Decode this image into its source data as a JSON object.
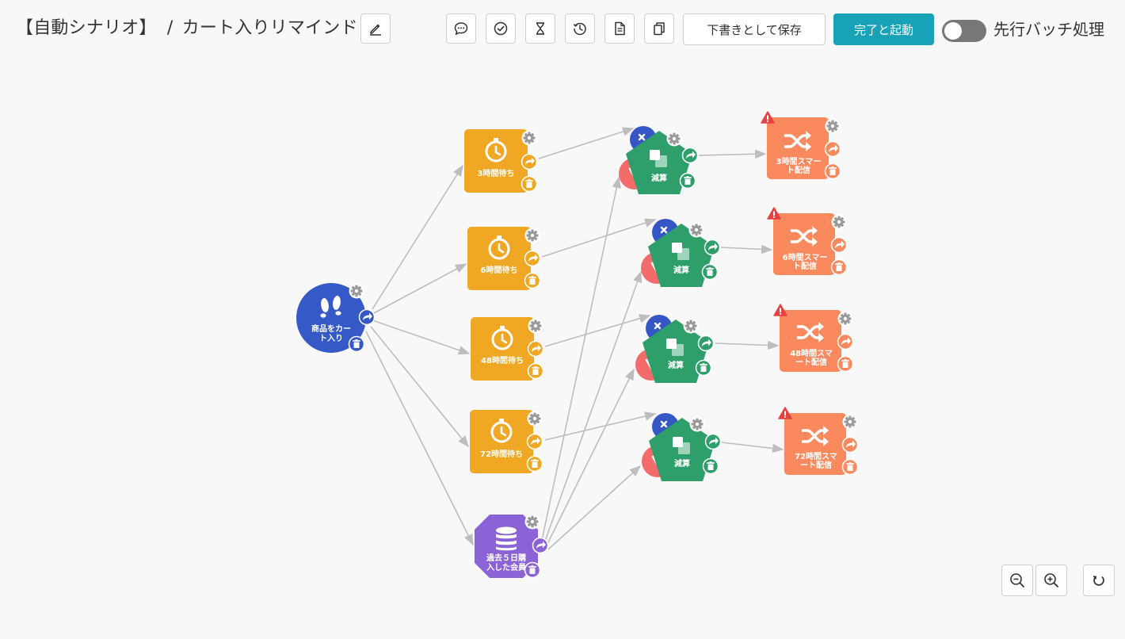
{
  "header": {
    "title_prefix": "【自動シナリオ】",
    "title_sep": "/",
    "title_name": "カート入りリマインド"
  },
  "toolbar": {
    "save_draft_label": "下書きとして保存",
    "complete_launch_label": "完了と起動",
    "batch_label": "先行バッチ処理",
    "batch_enabled": false
  },
  "colors": {
    "trigger": "#3559c7",
    "wait": "#f0a824",
    "subtract": "#2e9e6a",
    "smart": "#fa8a5e",
    "filter": "#8b63d6",
    "cancel": "#3557c6",
    "exclude": "#f46b6b",
    "primary": "#17a2b8",
    "warning": "#e84141",
    "edge": "#bdbdbd"
  },
  "nodes": {
    "trigger": {
      "label_line1": "商品をカー",
      "label_line2": "ト入り",
      "icon": "footprints-icon"
    },
    "waits": [
      {
        "label": "3時間待ち",
        "icon": "stopwatch-icon"
      },
      {
        "label": "6時間待ち",
        "icon": "stopwatch-icon"
      },
      {
        "label": "48時間待ち",
        "icon": "stopwatch-icon"
      },
      {
        "label": "72時間待ち",
        "icon": "stopwatch-icon"
      }
    ],
    "filter": {
      "label_line1": "過去５日購",
      "label_line2": "入した会員",
      "icon": "database-icon"
    },
    "subtracts": [
      {
        "label": "減算"
      },
      {
        "label": "減算"
      },
      {
        "label": "減算"
      },
      {
        "label": "減算"
      }
    ],
    "smarts": [
      {
        "label_line1": "3時間スマー",
        "label_line2": "ト配信",
        "icon": "shuffle-icon"
      },
      {
        "label_line1": "6時間スマー",
        "label_line2": "ト配信",
        "icon": "shuffle-icon"
      },
      {
        "label_line1": "48時間スマ",
        "label_line2": "ート配信",
        "icon": "shuffle-icon"
      },
      {
        "label_line1": "72時間スマ",
        "label_line2": "ート配信",
        "icon": "shuffle-icon"
      }
    ]
  }
}
